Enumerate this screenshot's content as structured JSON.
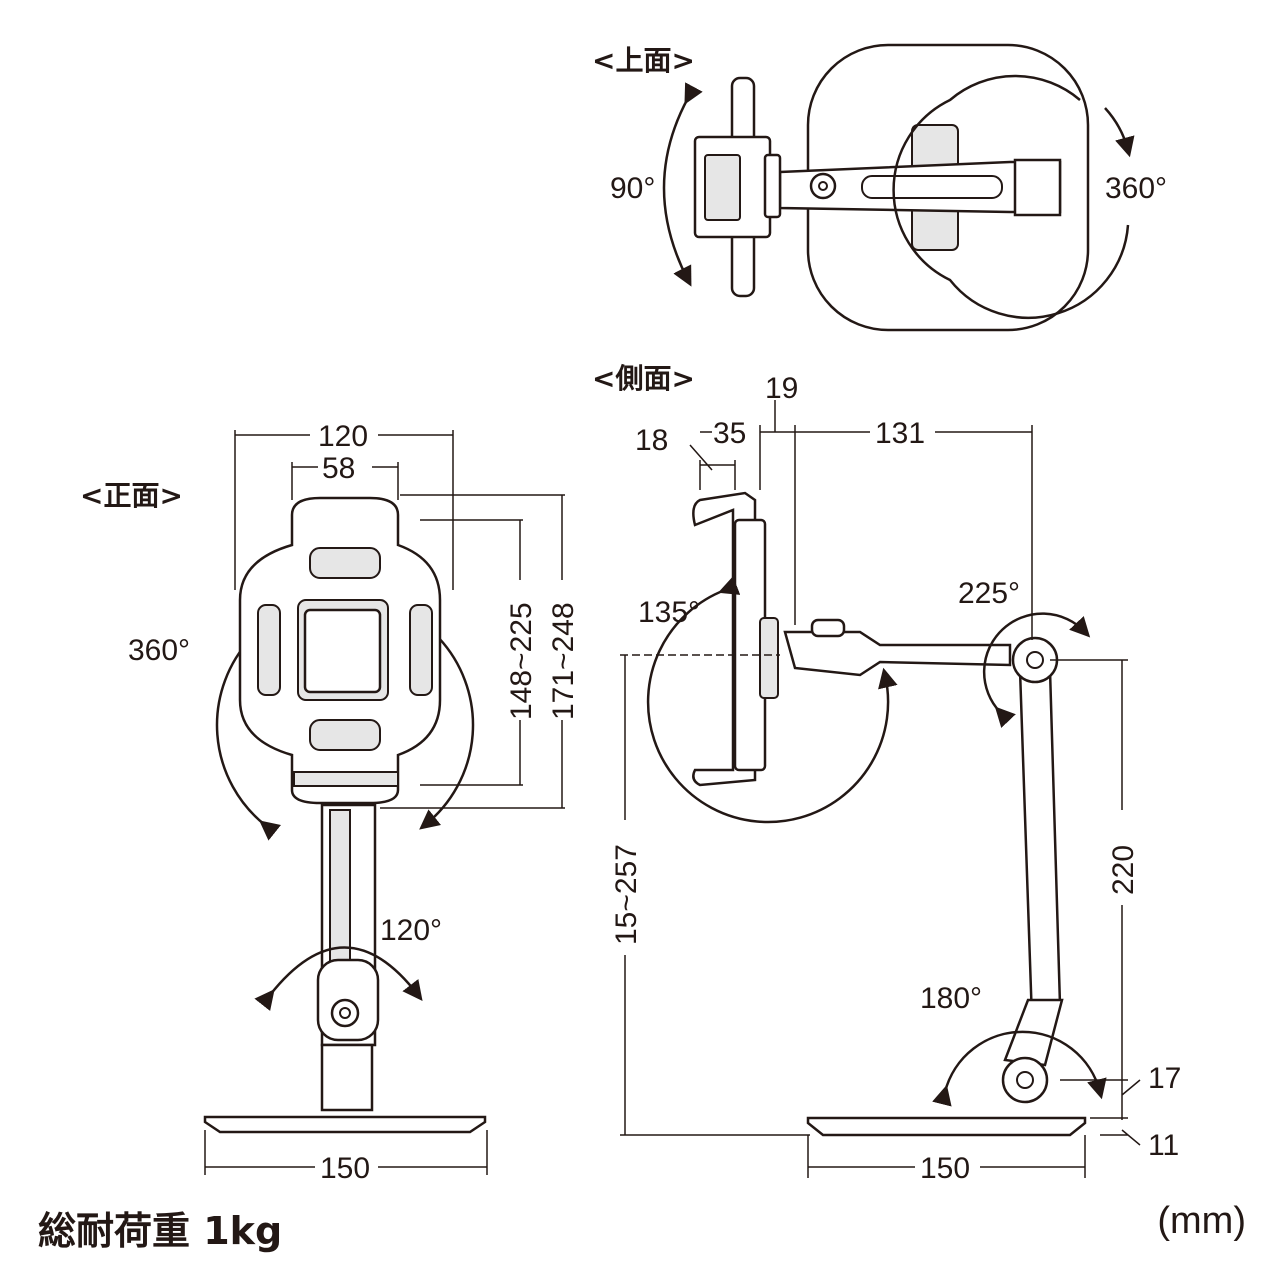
{
  "views": {
    "top": {
      "label": "<上面>",
      "angle_left": "90°",
      "angle_right": "360°"
    },
    "side": {
      "label": "<側面>",
      "angle_tilt": "135°",
      "angle_pivot": "225°",
      "angle_base": "180°",
      "dims": {
        "d18": "18",
        "d35": "35",
        "d19": "19",
        "d131": "131",
        "height": "15~257",
        "pole": "220",
        "d17": "17",
        "d11": "11",
        "base": "150"
      }
    },
    "front": {
      "label": "<正面>",
      "angle_rotate": "360°",
      "angle_swivel": "120°",
      "dims": {
        "outer_width": "120",
        "inner_width": "58",
        "inner_height": "148~225",
        "outer_height": "171~248",
        "base": "150"
      }
    }
  },
  "footer": {
    "max_load": "総耐荷重 1kg",
    "unit": "(mm)"
  }
}
